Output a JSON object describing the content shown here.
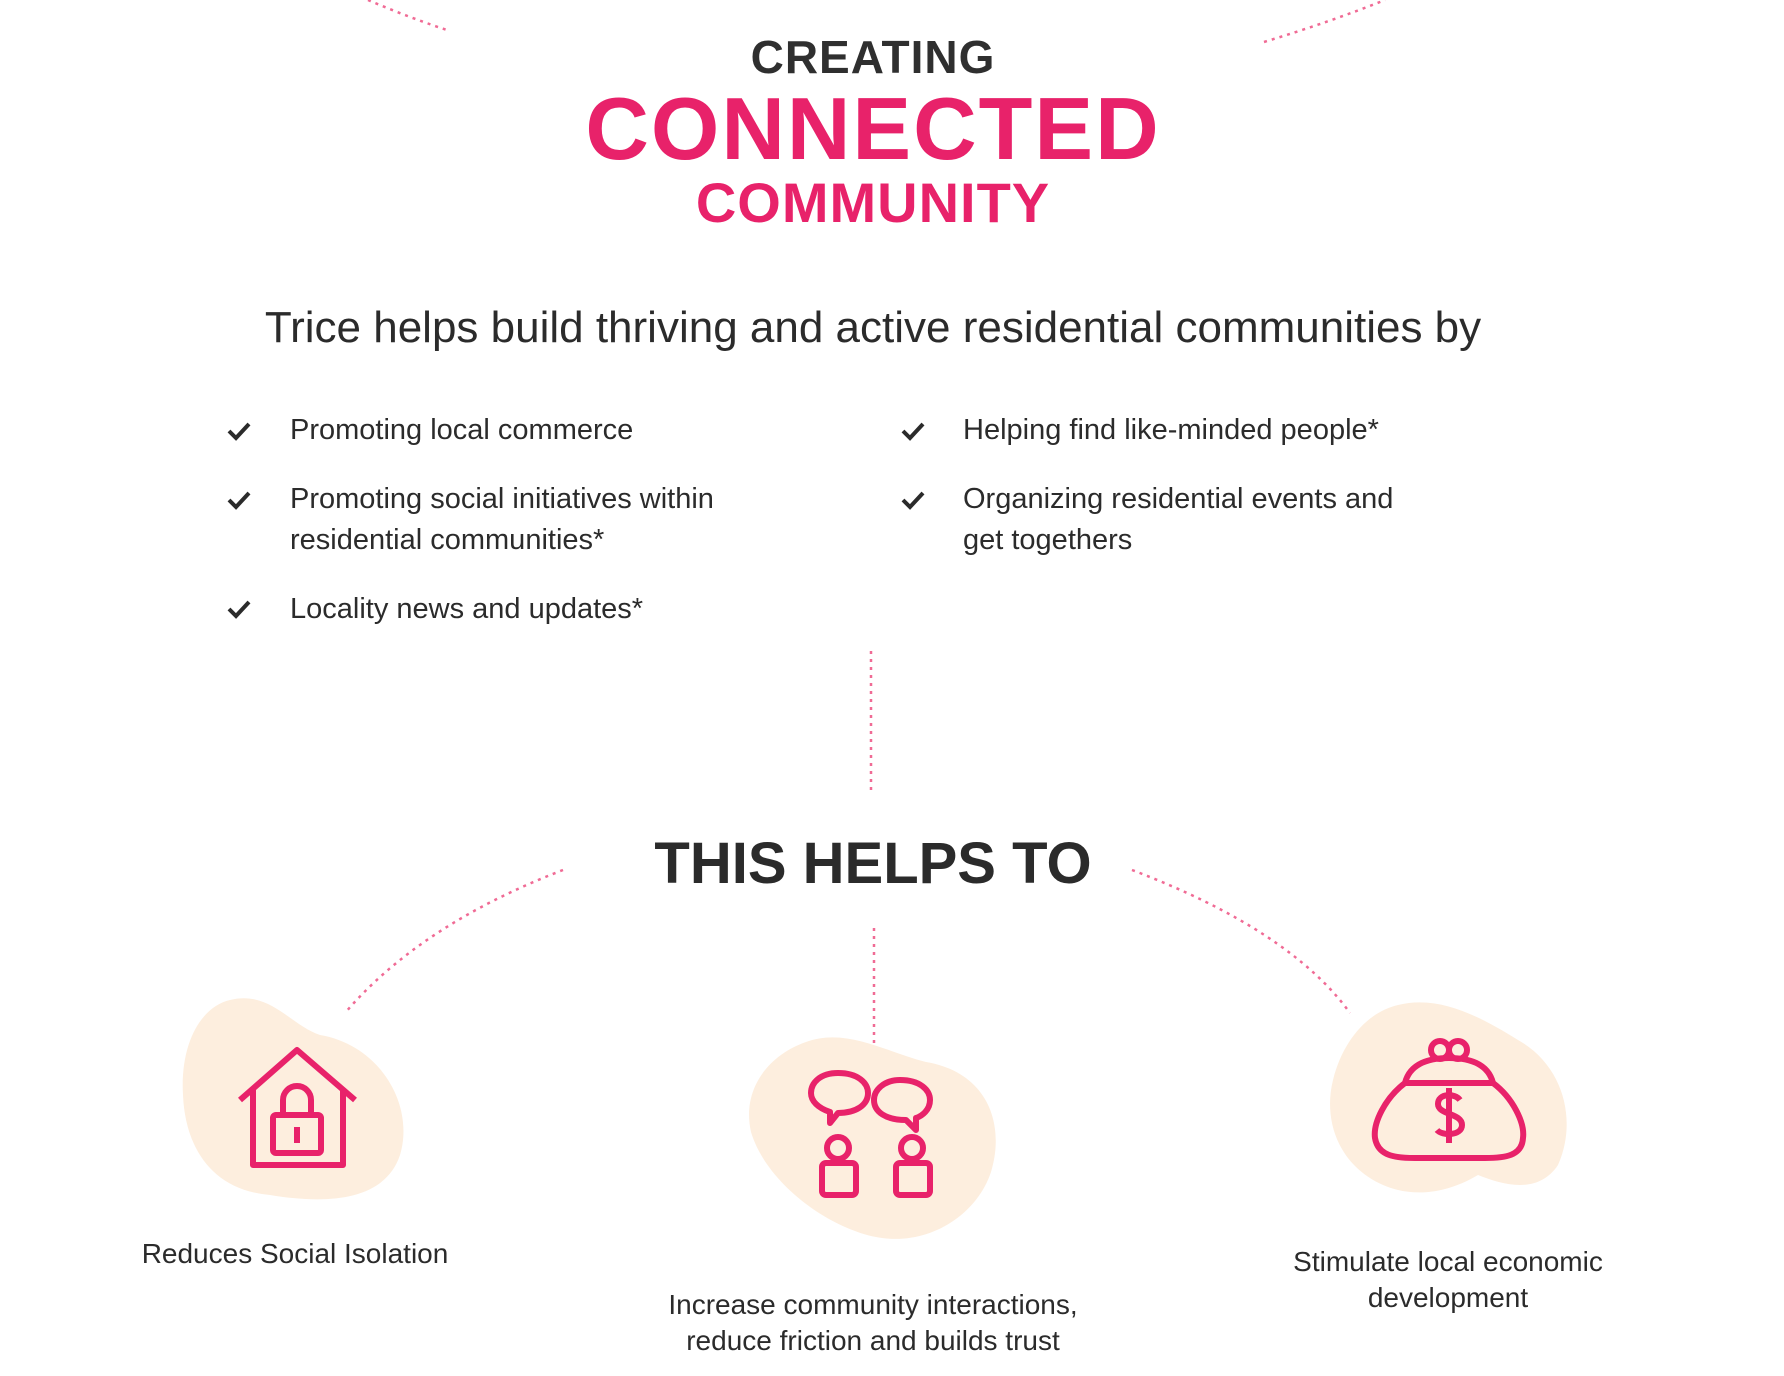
{
  "header": {
    "line1": "CREATING",
    "line2": "CONNECTED",
    "line3": "COMMUNITY"
  },
  "subtitle": "Trice helps build thriving and active residential communities by",
  "features": {
    "left": [
      {
        "line1": "Promoting local commerce",
        "line2": ""
      },
      {
        "line1": "Promoting social initiatives within",
        "line2": "residential communities*"
      },
      {
        "line1": "Locality news and updates*",
        "line2": ""
      }
    ],
    "right": [
      {
        "line1": "Helping find like-minded people*",
        "line2": ""
      },
      {
        "line1": "Organizing residential events and",
        "line2": "get togethers"
      }
    ]
  },
  "benefits_heading": "THIS HELPS TO",
  "benefits": [
    {
      "icon": "house-lock-icon",
      "line1": "Reduces Social Isolation",
      "line2": ""
    },
    {
      "icon": "people-chat-icon",
      "line1": "Increase community interactions,",
      "line2": "reduce friction and builds trust"
    },
    {
      "icon": "money-purse-icon",
      "line1": "Stimulate local economic",
      "line2": "development"
    }
  ],
  "colors": {
    "accent": "#e8226a",
    "text": "#2b2b2b",
    "blob": "#fdeede",
    "dotted": "#f06b95"
  }
}
